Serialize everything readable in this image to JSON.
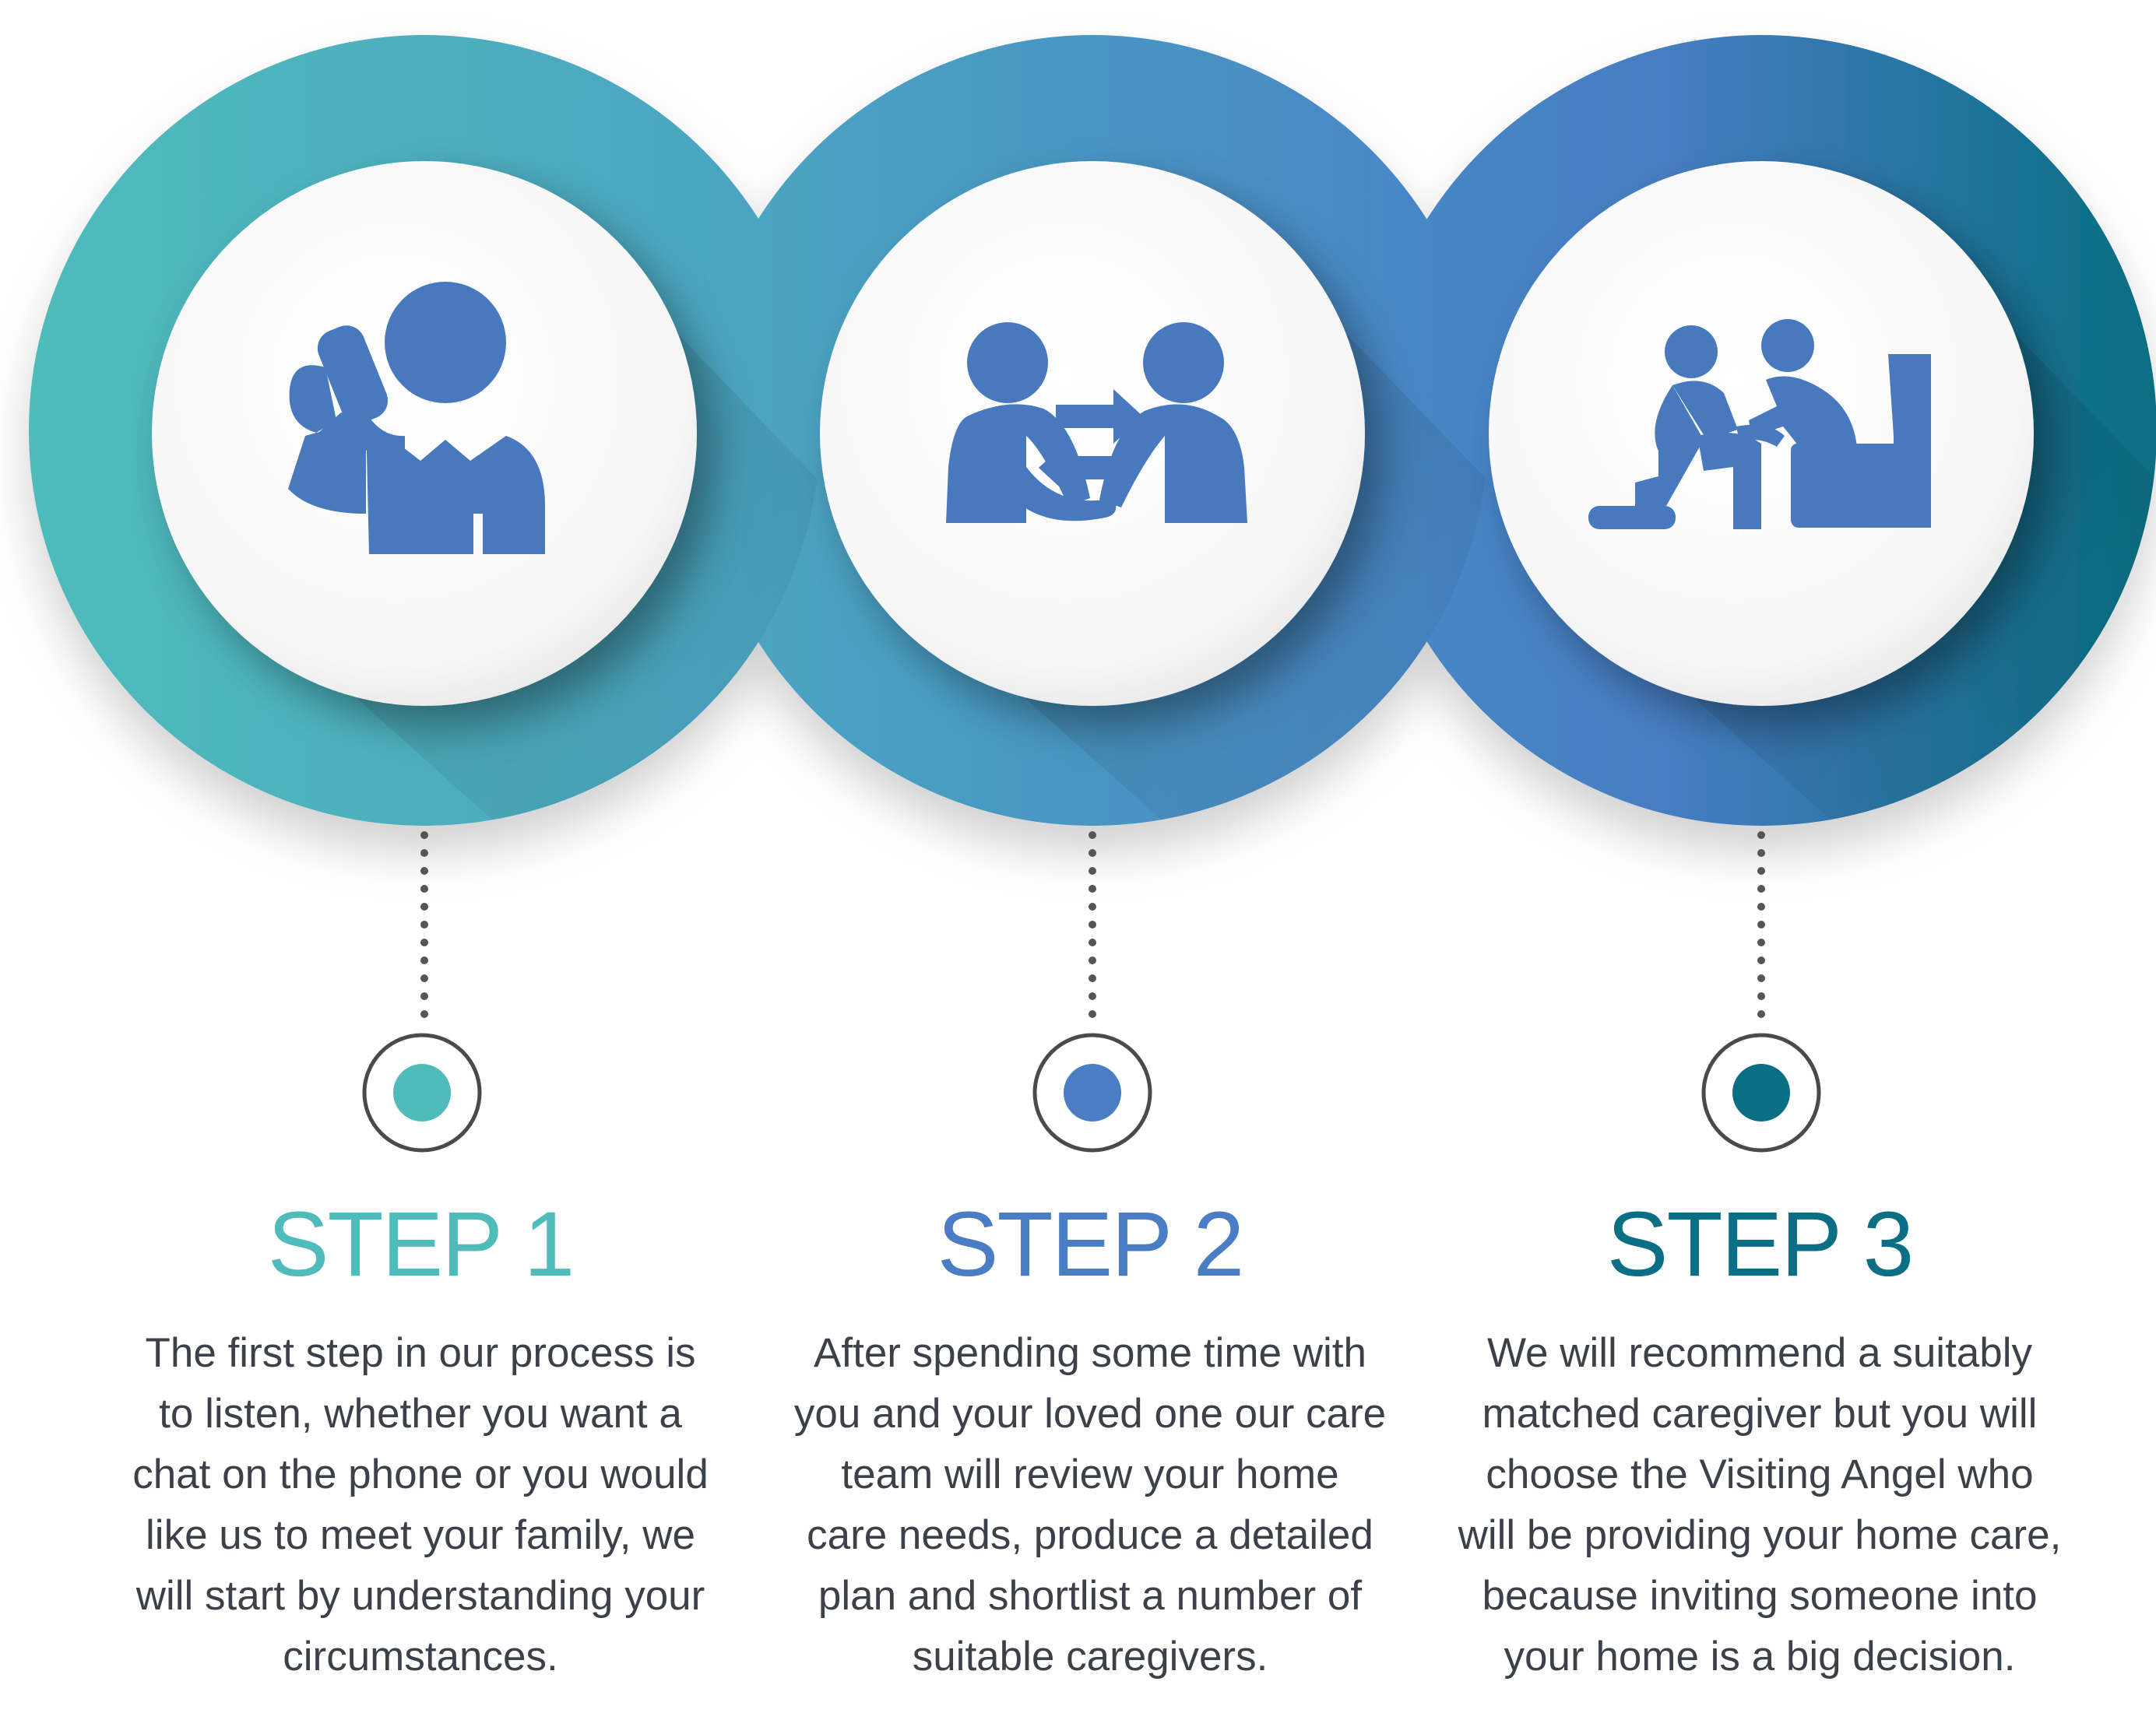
{
  "colors": {
    "teal": "#4fbcbb",
    "blue": "#4a7dc3",
    "dark_teal": "#0a6e84",
    "icon": "#4879bf",
    "text": "#3c4049"
  },
  "steps": [
    {
      "title": "STEP 1",
      "icon": "person-on-phone-icon",
      "color": "#4fbcbb",
      "lines": [
        "The first step in our process is",
        "to listen, whether you want a",
        "chat on the phone or you would",
        "like us to meet your family, we",
        "will start by understanding your",
        "circumstances."
      ]
    },
    {
      "title": "STEP 2",
      "icon": "two-people-exchange-icon",
      "color": "#4a7dc3",
      "lines": [
        "After spending some time with",
        "you and your loved one our care",
        "team will review your home",
        "care needs, produce a detailed",
        "plan and shortlist a number of",
        "suitable caregivers."
      ]
    },
    {
      "title": "STEP 3",
      "icon": "caregiver-kneeling-icon",
      "color": "#0a6e84",
      "lines": [
        "We will recommend a suitably",
        "matched caregiver but you will",
        "choose the Visiting Angel who",
        "will be providing your home care,",
        "because inviting someone into",
        "your home is a big decision."
      ]
    }
  ]
}
